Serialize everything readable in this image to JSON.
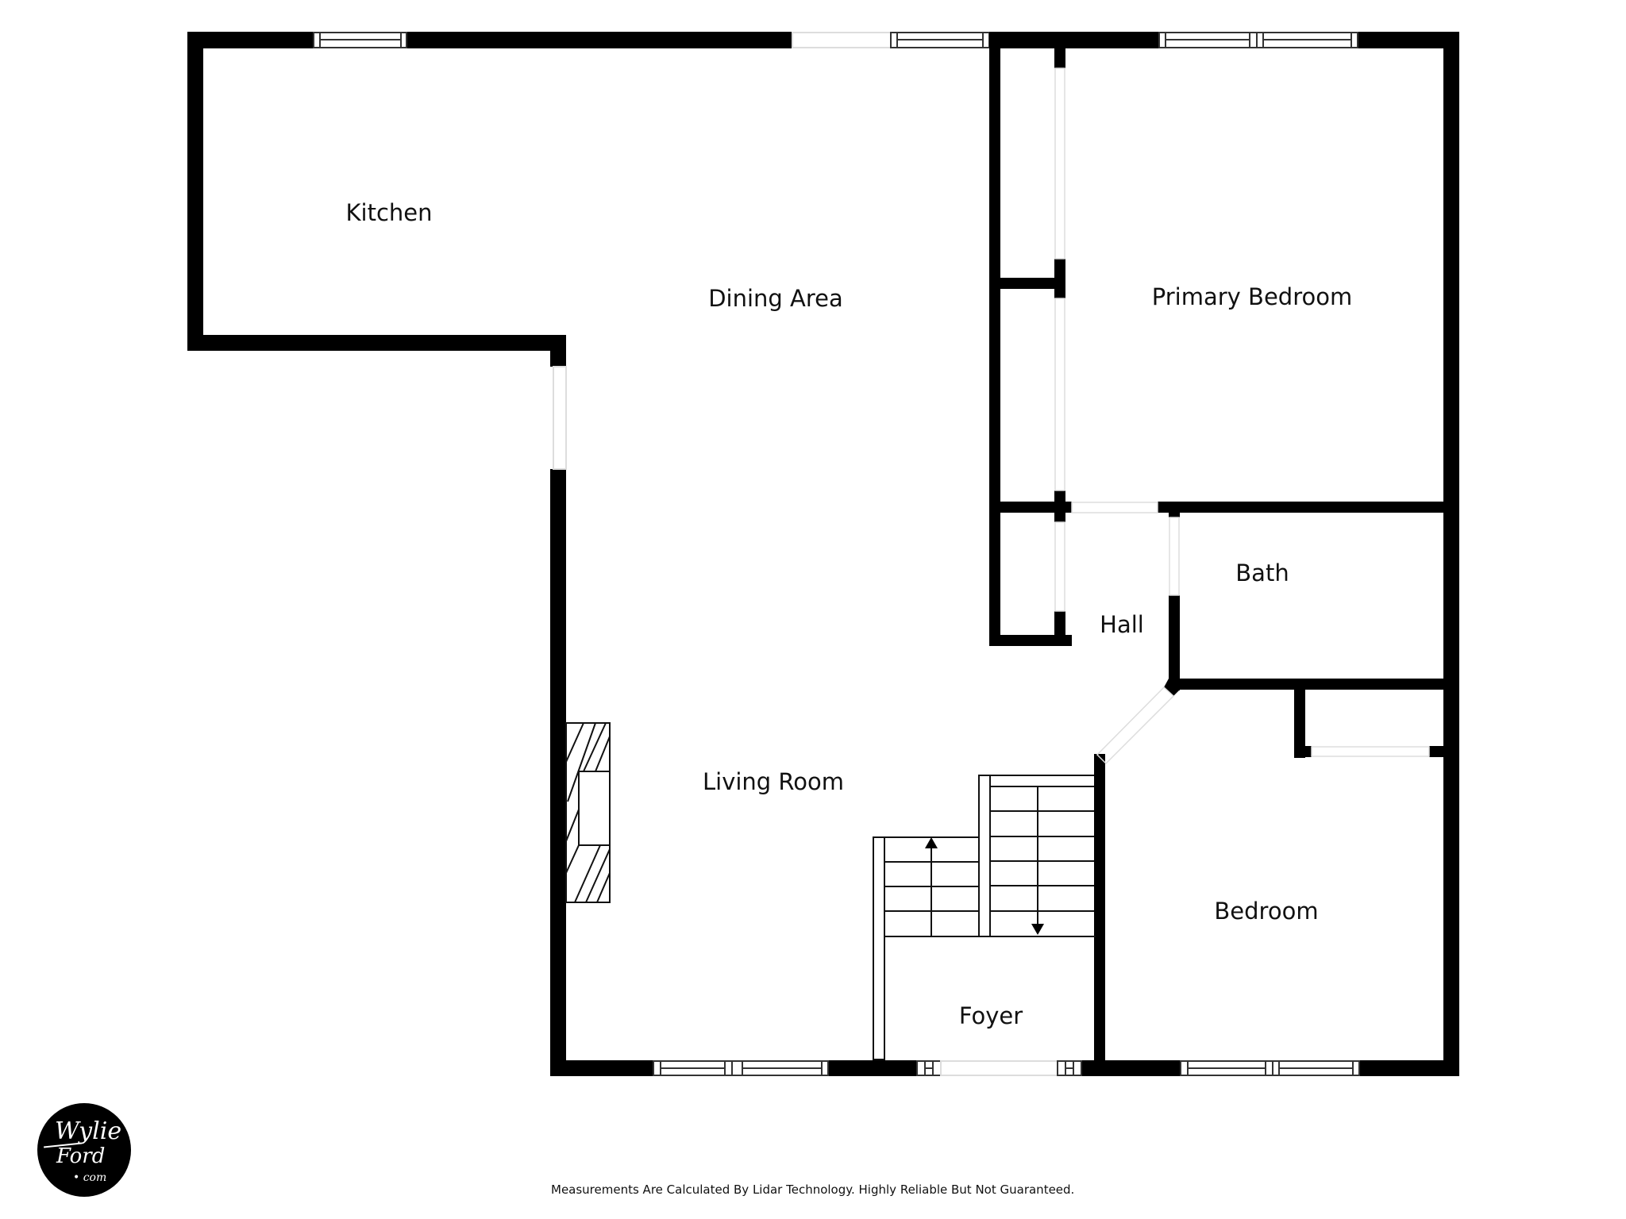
{
  "rooms": {
    "kitchen": "Kitchen",
    "dining": "Dining Area",
    "primary_bedroom": "Primary Bedroom",
    "bath": "Bath",
    "hall": "Hall",
    "living_room": "Living Room",
    "bedroom": "Bedroom",
    "foyer": "Foyer"
  },
  "disclaimer": "Measurements Are Calculated By Lidar Technology. Highly Reliable But Not Guaranteed.",
  "logo": {
    "line1": "Wylie",
    "line2": "Ford",
    "line3": "• com"
  },
  "colors": {
    "wall": "#000000",
    "background": "#ffffff",
    "opening": "#dddddd"
  }
}
